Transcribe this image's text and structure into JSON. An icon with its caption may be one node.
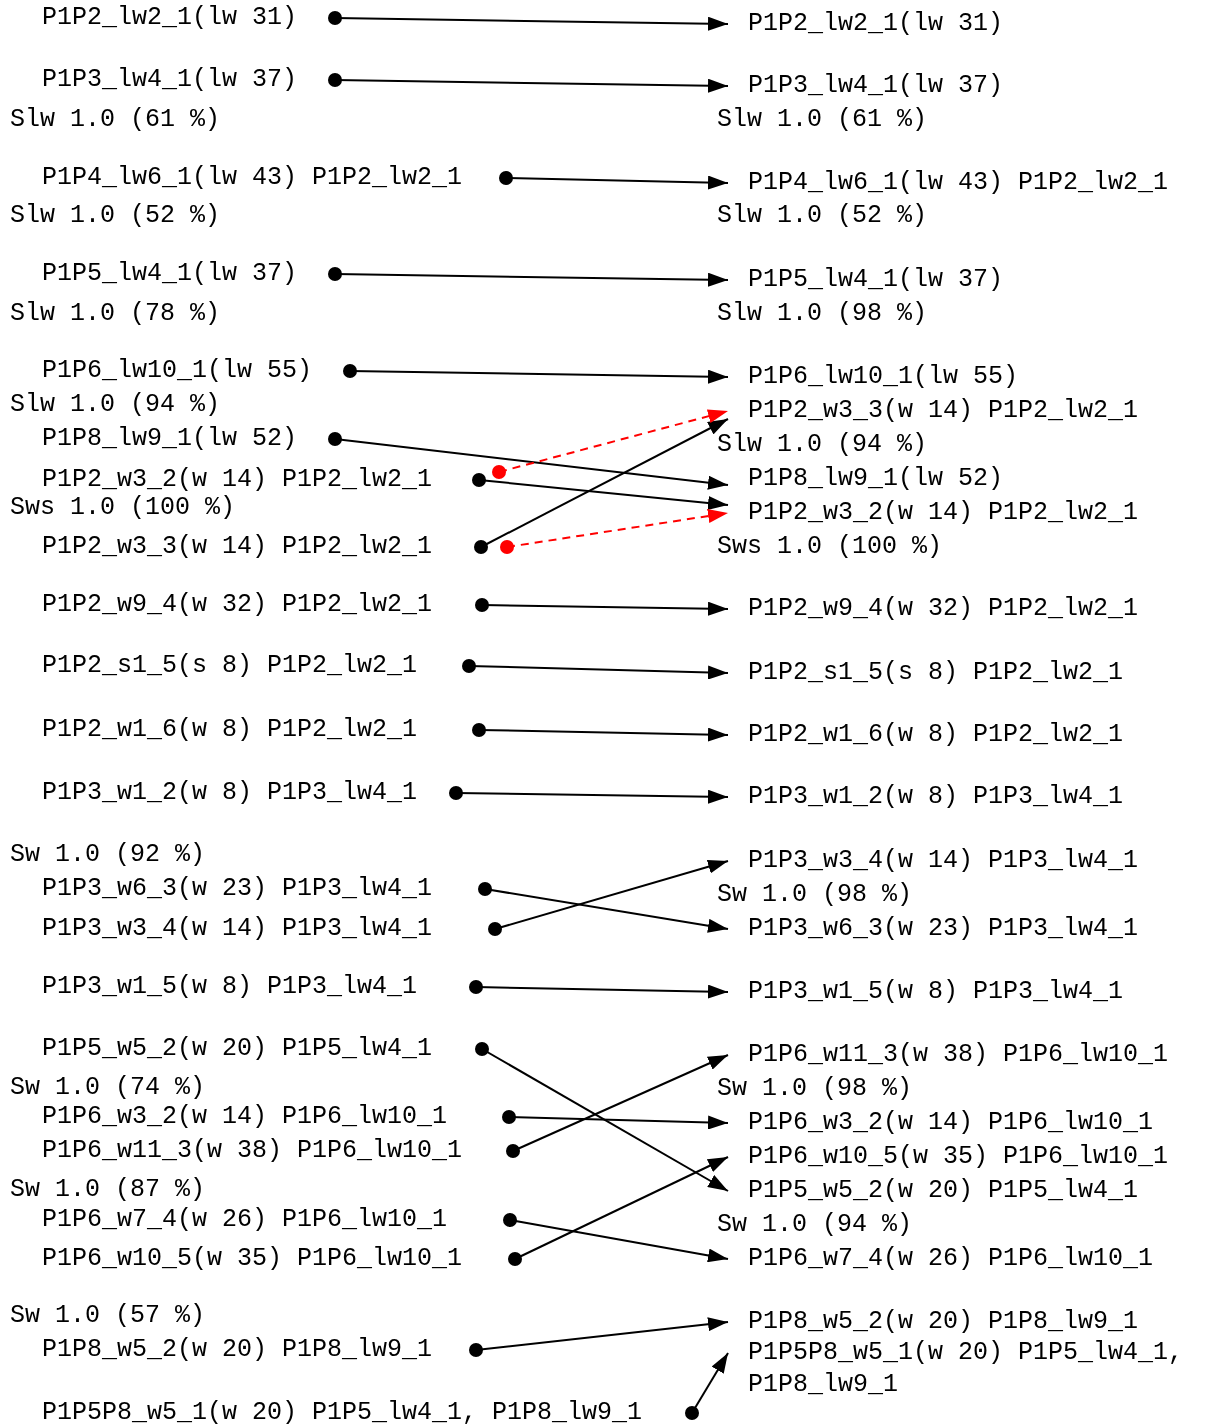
{
  "diagram": {
    "nodes": [
      {
        "text": [
          "P1P2_lw2_1(lw 31)"
        ]
      },
      {
        "text": [
          "P1P3_lw4_1(lw 37)"
        ]
      },
      {
        "text": [
          "P1P4_lw6_1(lw 43) P1P2_lw2_1"
        ]
      },
      {
        "text": [
          "P1P5_lw4_1(lw 37)"
        ]
      },
      {
        "text": [
          "P1P6_lw10_1(lw 55)"
        ]
      },
      {
        "text": [
          "P1P8_lw9_1(lw 52)"
        ]
      },
      {
        "text": [
          "P1P2_w3_2(w 14) P1P2_lw2_1"
        ]
      },
      {
        "text": [
          "P1P2_w3_3(w 14) P1P2_lw2_1"
        ]
      },
      {
        "text": [
          "P1P2_w9_4(w 32) P1P2_lw2_1"
        ]
      },
      {
        "text": [
          "P1P2_s1_5(s 8) P1P2_lw2_1"
        ]
      },
      {
        "text": [
          "P1P2_w1_6(w 8) P1P2_lw2_1"
        ]
      },
      {
        "text": [
          "P1P3_w1_2(w 8) P1P3_lw4_1"
        ]
      },
      {
        "text": [
          "P1P3_w6_3(w 23) P1P3_lw4_1"
        ]
      },
      {
        "text": [
          "P1P3_w3_4(w 14) P1P3_lw4_1"
        ]
      },
      {
        "text": [
          "P1P3_w1_5(w 8) P1P3_lw4_1"
        ]
      },
      {
        "text": [
          "P1P5_w5_2(w 20) P1P5_lw4_1"
        ]
      },
      {
        "text": [
          "P1P6_w3_2(w 14) P1P6_lw10_1"
        ]
      },
      {
        "text": [
          "P1P6_w11_3(w 38) P1P6_lw10_1"
        ]
      },
      {
        "text": [
          "P1P6_w7_4(w 26) P1P6_lw10_1"
        ]
      },
      {
        "text": [
          "P1P6_w10_5(w 35) P1P6_lw10_1"
        ]
      },
      {
        "text": [
          "P1P8_w5_2(w 20) P1P8_lw9_1"
        ]
      },
      {
        "text": [
          "P1P5P8_w5_1(w 20) P1P5_lw4_1, P1P8_lw9_1"
        ]
      },
      {
        "text": [
          "P1P2_lw2_1(lw 31)"
        ]
      },
      {
        "text": [
          "P1P3_lw4_1(lw 37)"
        ]
      },
      {
        "text": [
          "P1P4_lw6_1(lw 43) P1P2_lw2_1"
        ]
      },
      {
        "text": [
          "P1P5_lw4_1(lw 37)"
        ]
      },
      {
        "text": [
          "P1P6_lw10_1(lw 55)"
        ]
      },
      {
        "text": [
          "P1P2_w3_3(w 14) P1P2_lw2_1"
        ]
      },
      {
        "text": [
          "P1P8_lw9_1(lw 52)"
        ]
      },
      {
        "text": [
          "P1P2_w3_2(w 14) P1P2_lw2_1"
        ]
      },
      {
        "text": [
          "P1P2_w9_4(w 32) P1P2_lw2_1"
        ]
      },
      {
        "text": [
          "P1P2_s1_5(s 8) P1P2_lw2_1"
        ]
      },
      {
        "text": [
          "P1P2_w1_6(w 8) P1P2_lw2_1"
        ]
      },
      {
        "text": [
          "P1P3_w1_2(w 8) P1P3_lw4_1"
        ]
      },
      {
        "text": [
          "P1P3_w3_4(w 14) P1P3_lw4_1"
        ]
      },
      {
        "text": [
          "P1P3_w6_3(w 23) P1P3_lw4_1"
        ]
      },
      {
        "text": [
          "P1P3_w1_5(w 8) P1P3_lw4_1"
        ]
      },
      {
        "text": [
          "P1P6_w11_3(w 38) P1P6_lw10_1"
        ]
      },
      {
        "text": [
          "P1P6_w3_2(w 14) P1P6_lw10_1"
        ]
      },
      {
        "text": [
          "P1P6_w10_5(w 35) P1P6_lw10_1"
        ]
      },
      {
        "text": [
          "P1P5_w5_2(w 20) P1P5_lw4_1"
        ]
      },
      {
        "text": [
          "P1P6_w7_4(w 26) P1P6_lw10_1"
        ]
      },
      {
        "text": [
          "P1P8_w5_2(w 20) P1P8_lw9_1"
        ]
      },
      {
        "text": [
          "P1P5P8_w5_1(w 20) P1P5_lw4_1, P1P8_lw9_1"
        ]
      }
    ],
    "edges": [
      {
        "from": 0,
        "to": 22,
        "arrow": "to"
      },
      {
        "from": 1,
        "to": 23,
        "arrow": "to"
      },
      {
        "from": 2,
        "to": 24,
        "arrow": "to"
      },
      {
        "from": 3,
        "to": 25,
        "arrow": "to"
      },
      {
        "from": 4,
        "to": 26,
        "arrow": "to"
      },
      {
        "from": 5,
        "to": 28,
        "arrow": "to"
      },
      {
        "from": 6,
        "to": 29,
        "arrow": "to"
      },
      {
        "from": 6,
        "to": 27,
        "arrow": "to",
        "style": "dashed",
        "color": "#ff0000"
      },
      {
        "from": 7,
        "to": 27,
        "arrow": "to"
      },
      {
        "from": 7,
        "to": 29,
        "arrow": "to",
        "style": "dashed",
        "color": "#ff0000"
      },
      {
        "from": 8,
        "to": 30,
        "arrow": "to"
      },
      {
        "from": 9,
        "to": 31,
        "arrow": "to"
      },
      {
        "from": 10,
        "to": 32,
        "arrow": "to"
      },
      {
        "from": 11,
        "to": 33,
        "arrow": "to"
      },
      {
        "from": 12,
        "to": 35,
        "arrow": "to"
      },
      {
        "from": 13,
        "to": 34,
        "arrow": "to"
      },
      {
        "from": 14,
        "to": 36,
        "arrow": "to"
      },
      {
        "from": 15,
        "to": 40,
        "arrow": "to"
      },
      {
        "from": 16,
        "to": 38,
        "arrow": "to"
      },
      {
        "from": 17,
        "to": 37,
        "arrow": "to"
      },
      {
        "from": 18,
        "to": 41,
        "arrow": "to"
      },
      {
        "from": 19,
        "to": 39,
        "arrow": "to"
      },
      {
        "from": 20,
        "to": 42,
        "arrow": "to"
      },
      {
        "from": 21,
        "to": 43,
        "arrow": "to"
      }
    ],
    "labels": [
      "Slw 1.0 (61 %)",
      "Slw 1.0 (52 %)",
      "Slw 1.0 (78 %)",
      "Slw 1.0 (94 %)",
      "Sws 1.0 (100 %)",
      "Sw 1.0 (92 %)",
      "Sw 1.0 (74 %)",
      "Sw 1.0 (87 %)",
      "Sw 1.0 (57 %)",
      "Slw 1.0 (61 %)",
      "Slw 1.0 (52 %)",
      "Slw 1.0 (98 %)",
      "Slw 1.0 (94 %)",
      "Sws 1.0 (100 %)",
      "Sw 1.0 (98 %)",
      "Sw 1.0 (98 %)",
      "Sw 1.0 (94 %)"
    ]
  }
}
